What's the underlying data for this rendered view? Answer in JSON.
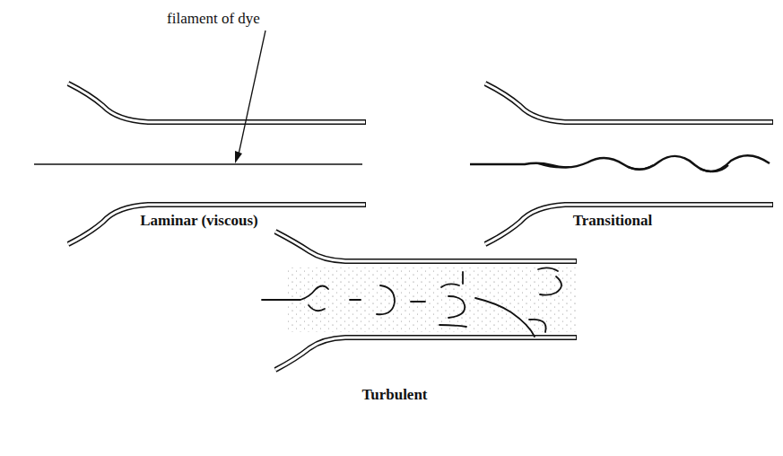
{
  "diagram": {
    "labels": [
      "filament of dye",
      "Laminar (viscous)",
      "Transitional",
      "Turbulent"
    ]
  }
}
